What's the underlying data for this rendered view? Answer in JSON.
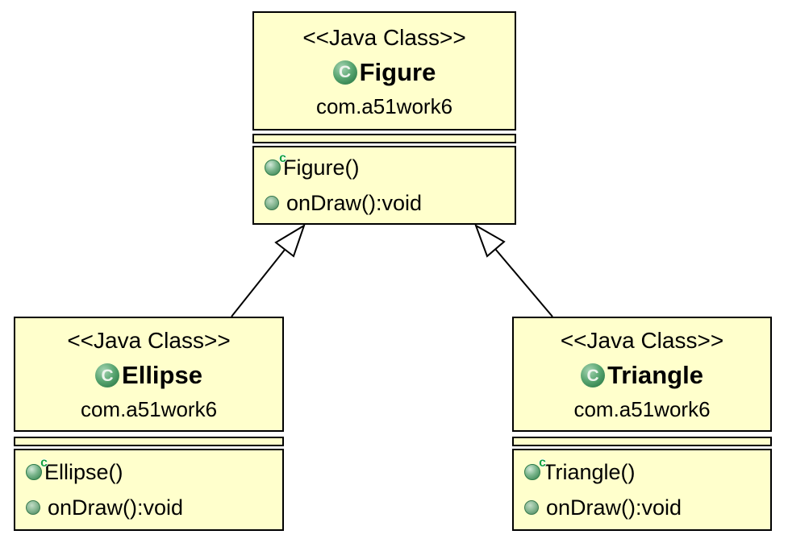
{
  "diagram": {
    "type": "uml-class-diagram",
    "colors": {
      "box_fill": "#ffffcc",
      "box_border": "#000000",
      "icon_green": "#2e7c4a",
      "text": "#000000"
    },
    "icons": {
      "class_letter": "C",
      "constructor_badge": "c"
    },
    "classes": [
      {
        "stereotype": "<<Java Class>>",
        "name": "Figure",
        "package": "com.a51work6",
        "methods": [
          {
            "label": "Figure()",
            "kind": "constructor"
          },
          {
            "label": "onDraw():void",
            "kind": "public-method"
          }
        ]
      },
      {
        "stereotype": "<<Java Class>>",
        "name": "Ellipse",
        "package": "com.a51work6",
        "methods": [
          {
            "label": "Ellipse()",
            "kind": "constructor"
          },
          {
            "label": "onDraw():void",
            "kind": "public-method"
          }
        ]
      },
      {
        "stereotype": "<<Java Class>>",
        "name": "Triangle",
        "package": "com.a51work6",
        "methods": [
          {
            "label": "Triangle()",
            "kind": "constructor"
          },
          {
            "label": "onDraw():void",
            "kind": "public-method"
          }
        ]
      }
    ],
    "relations": [
      {
        "type": "generalization",
        "from": "Ellipse",
        "to": "Figure"
      },
      {
        "type": "generalization",
        "from": "Triangle",
        "to": "Figure"
      }
    ]
  }
}
